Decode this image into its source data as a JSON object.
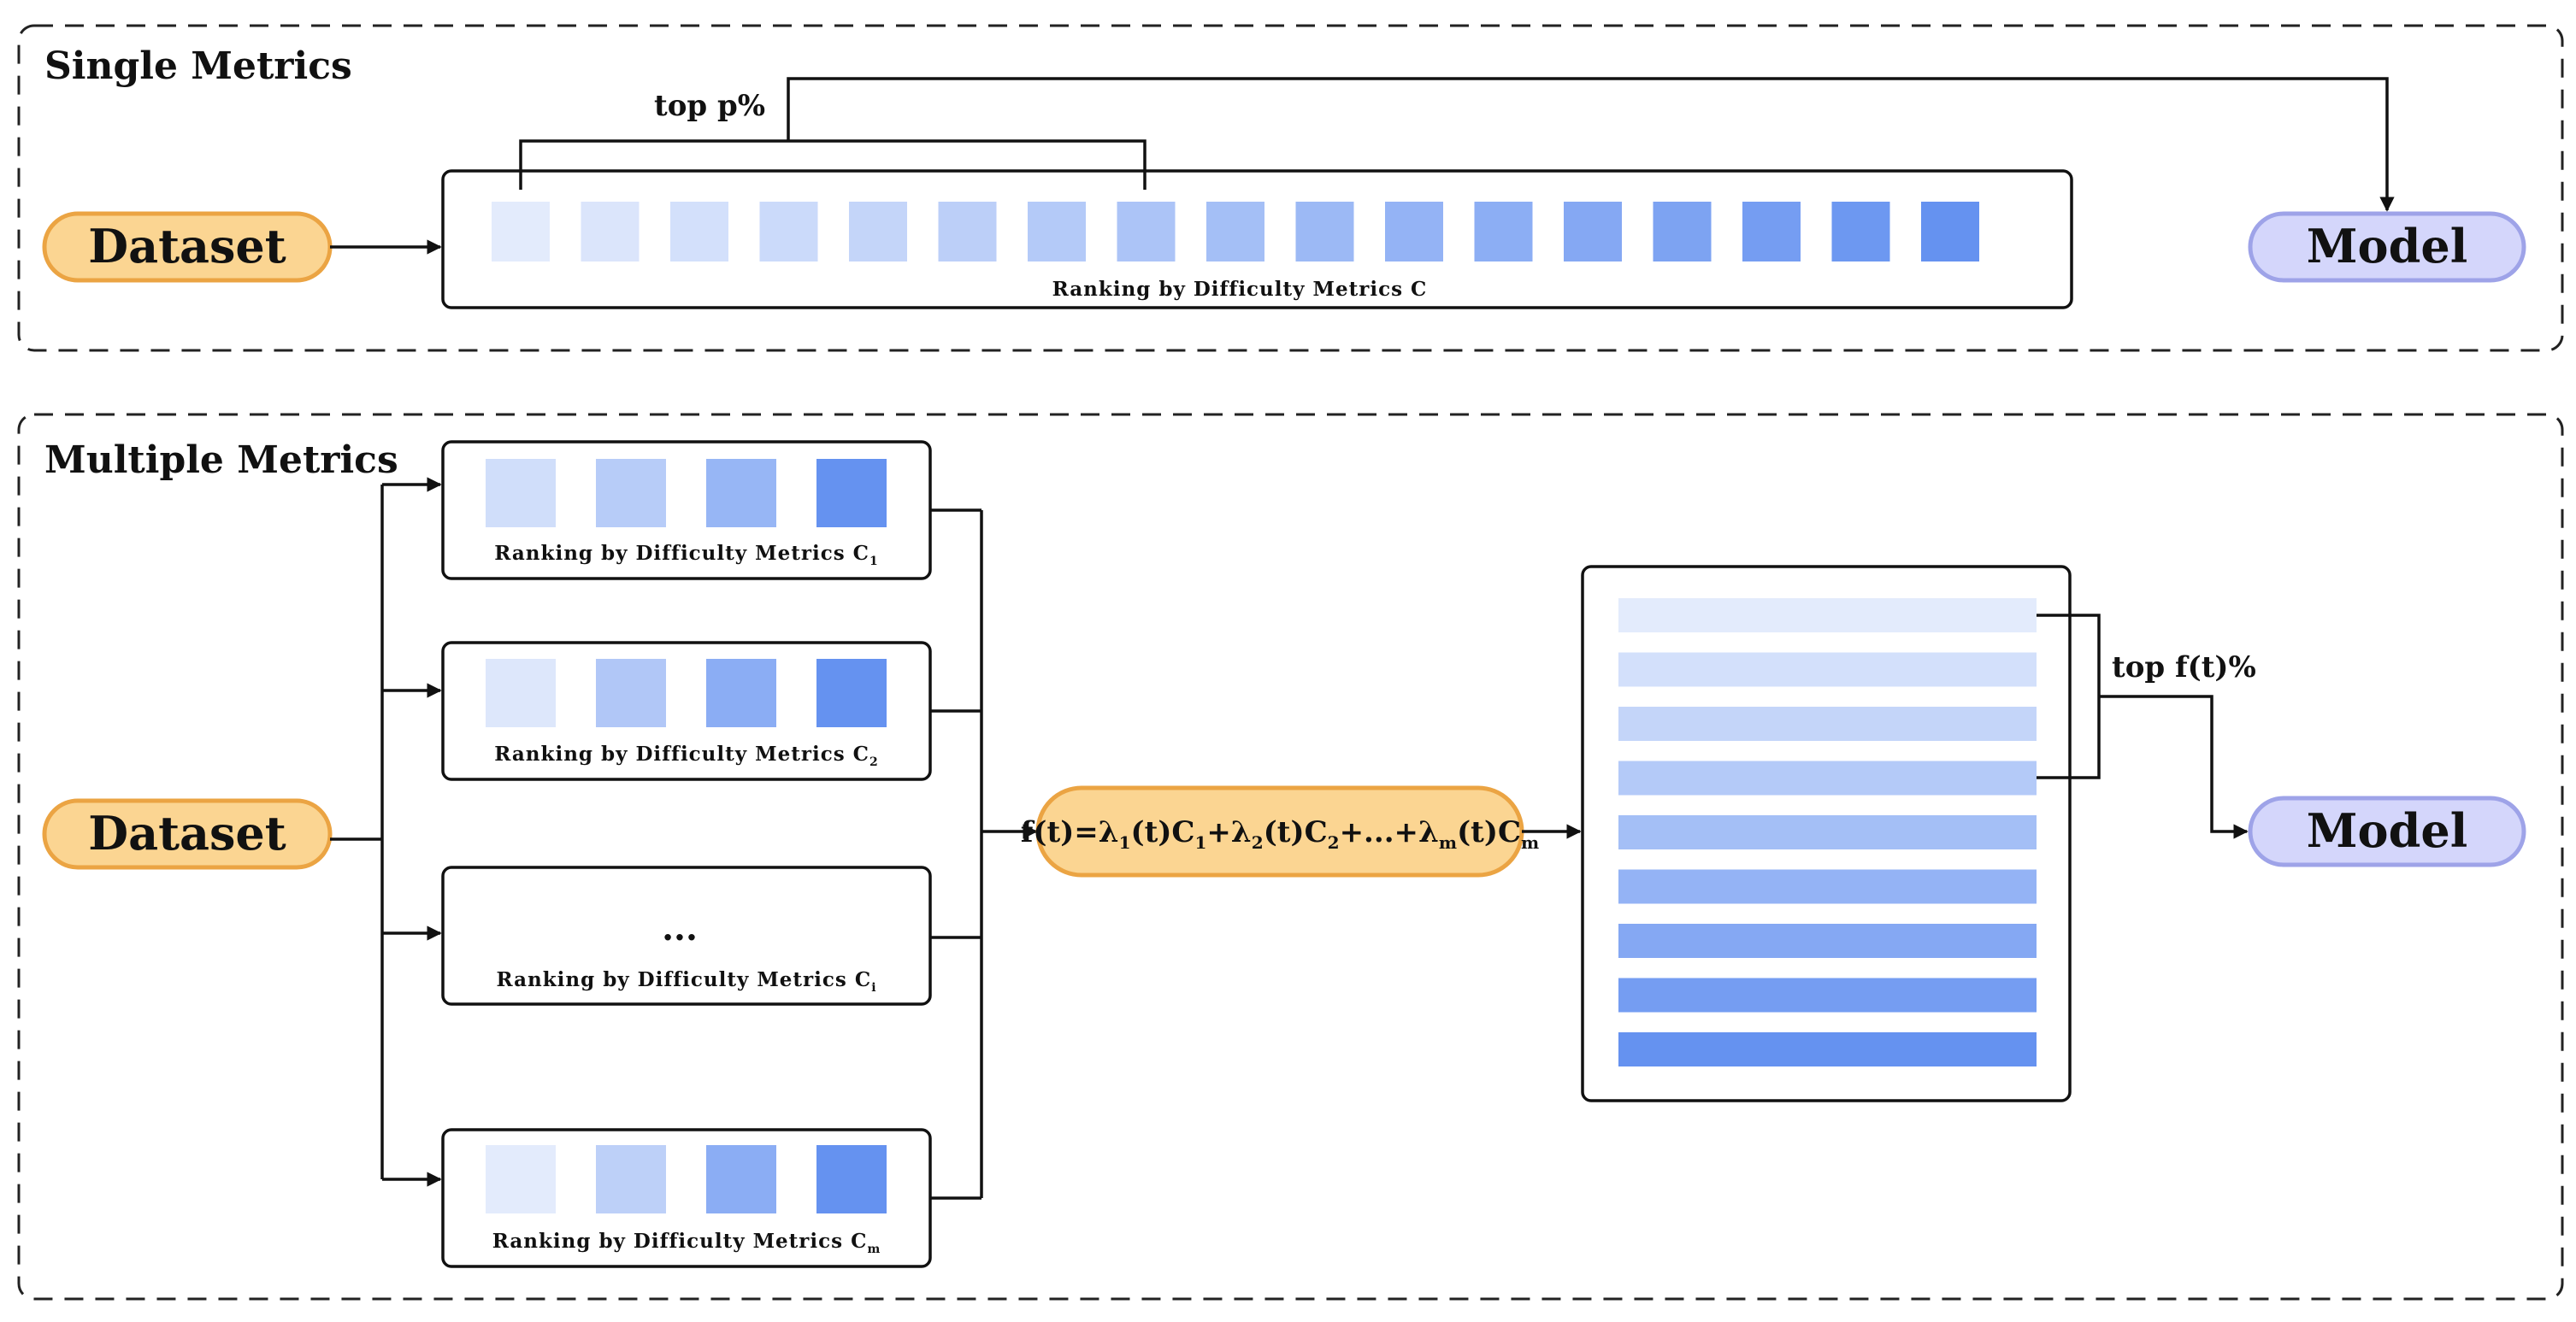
{
  "single": {
    "section_title": "Single Metrics",
    "dataset_label": "Dataset",
    "model_label": "Model",
    "top_label": "top p%",
    "ranking_label": "Ranking by Difficulty Metrics C"
  },
  "multiple": {
    "section_title": "Multiple Metrics",
    "dataset_label": "Dataset",
    "model_label": "Model",
    "top_label": "top f(t)%",
    "ellipsis": "...",
    "ranking_prefix": "Ranking by Difficulty Metrics C",
    "rankings": [
      {
        "subscript": "1"
      },
      {
        "subscript": "2"
      },
      {
        "subscript": "i"
      },
      {
        "subscript": "m"
      }
    ],
    "formula": {
      "head": "f(t)=",
      "terms": [
        {
          "lambda": "λ",
          "lambda_sub": "1",
          "mid": "(t)C",
          "c_sub": "1",
          "sep": "+"
        },
        {
          "lambda": "λ",
          "lambda_sub": "2",
          "mid": "(t)C",
          "c_sub": "2",
          "sep": "+...+"
        },
        {
          "lambda": "λ",
          "lambda_sub": "m",
          "mid": "(t)C",
          "c_sub": "m",
          "sep": ""
        }
      ]
    }
  },
  "colors": {
    "dataset_fill": "#fbd592",
    "dataset_stroke": "#eba443",
    "model_fill": "#d4d6fb",
    "model_stroke": "#9ea3e8",
    "gradient_light": "#e3ebfc",
    "gradient_dark": "#6592f0"
  }
}
